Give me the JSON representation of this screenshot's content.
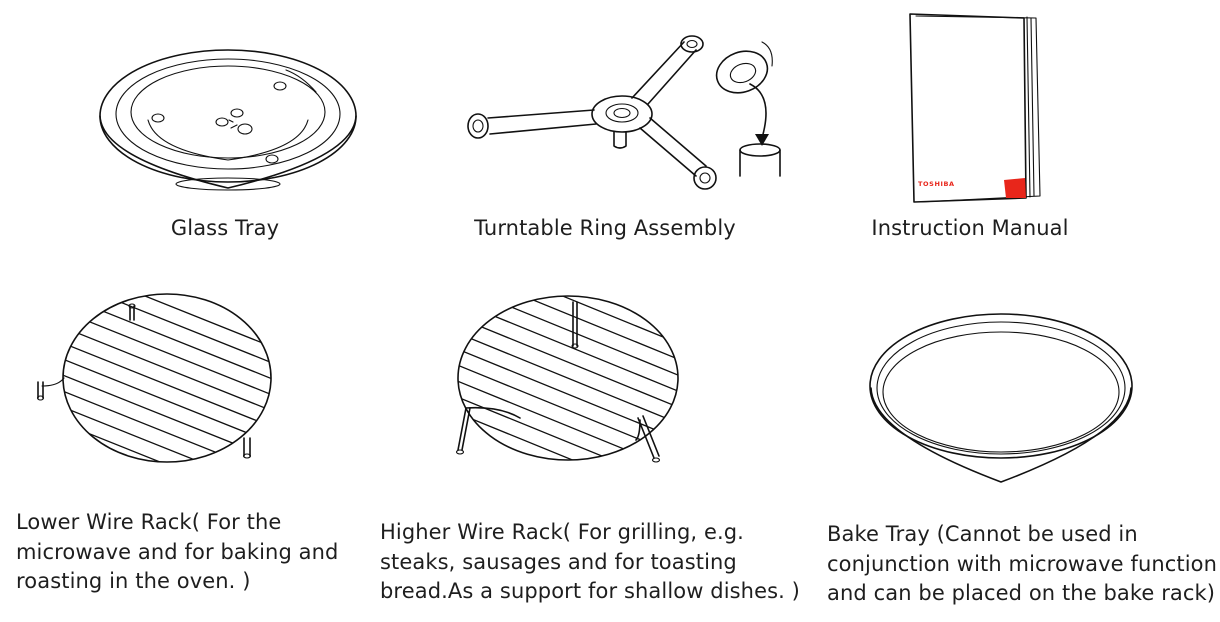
{
  "items": [
    {
      "caption_lines": [
        "Glass Tray"
      ],
      "icon": "glass-tray"
    },
    {
      "caption_lines": [
        "Turntable Ring Assembly"
      ],
      "icon": "turntable-ring"
    },
    {
      "caption_lines": [
        "Instruction Manual"
      ],
      "icon": "instruction-manual",
      "brand_mark": "TOSHIBA",
      "brand_color": "#e8261b"
    },
    {
      "caption_lines": [
        "Lower Wire Rack( For the",
        "microwave and for baking and",
        "roasting in the oven. )"
      ],
      "icon": "lower-wire-rack"
    },
    {
      "caption_lines": [
        "Higher Wire Rack( For grilling, e.g.",
        "steaks, sausages and for toasting",
        "bread.As a support for shallow dishes. )"
      ],
      "icon": "higher-wire-rack"
    },
    {
      "caption_lines": [
        "Bake Tray (Cannot be used in",
        "conjunction with microwave function",
        "and can be placed on the bake rack)"
      ],
      "icon": "bake-tray"
    }
  ]
}
